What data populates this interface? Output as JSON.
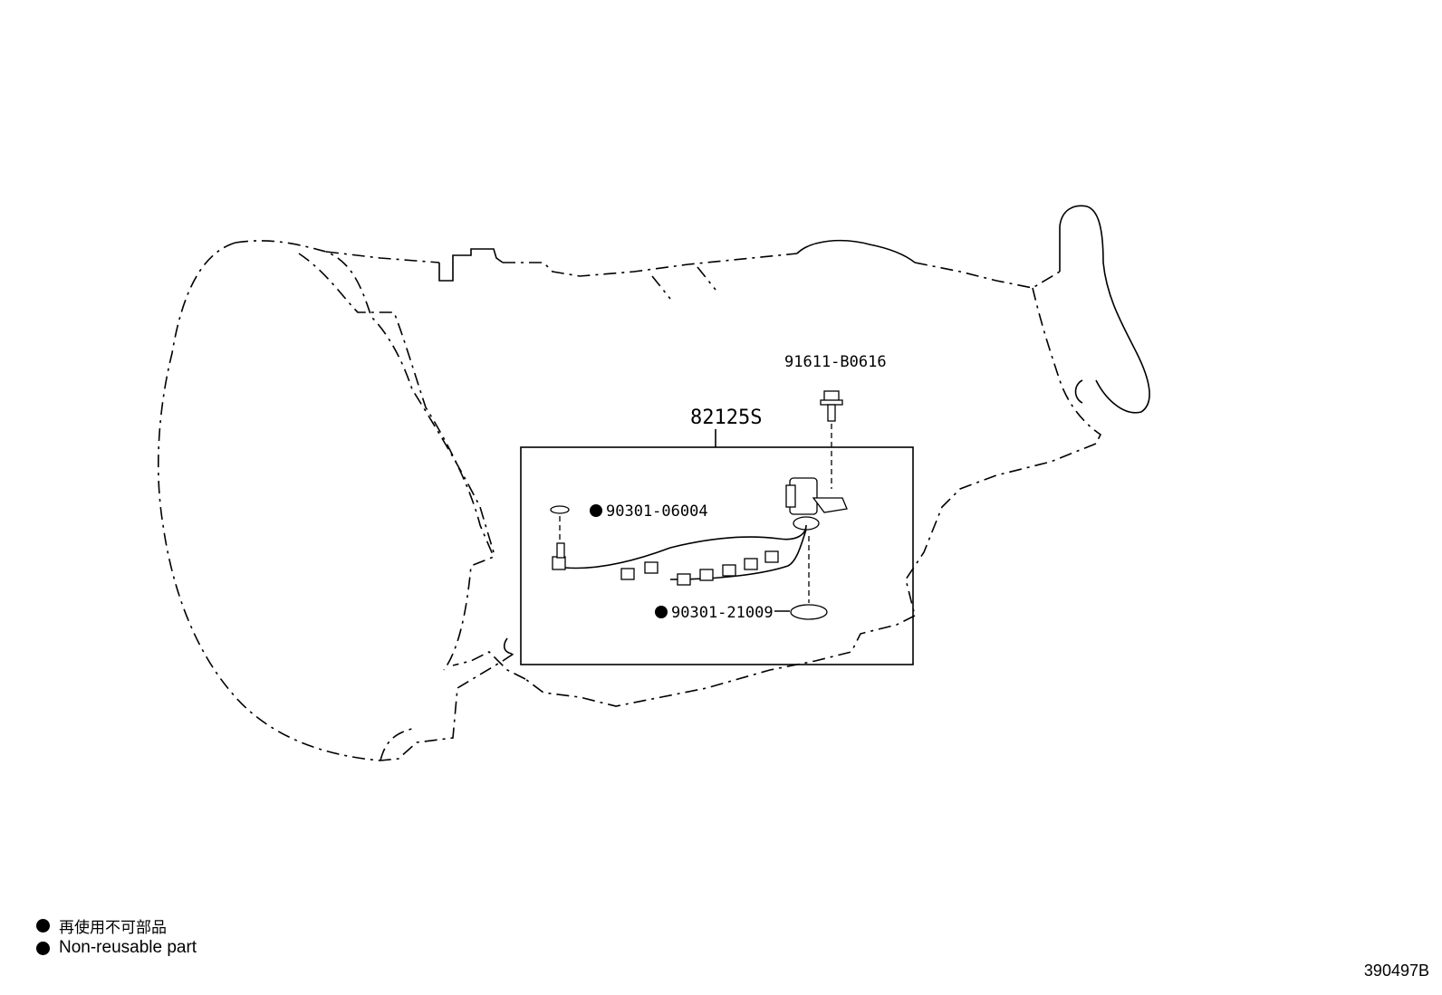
{
  "diagram": {
    "assembly_part": "82125S",
    "parts": {
      "bolt": "91611-B0616",
      "small_oring": "90301-06004",
      "large_oring": "90301-21009"
    },
    "non_reusable_marker": "●"
  },
  "legend": {
    "jp_text": "再使用不可部品",
    "en_text": "Non-reusable part"
  },
  "diagram_id": "390497B"
}
